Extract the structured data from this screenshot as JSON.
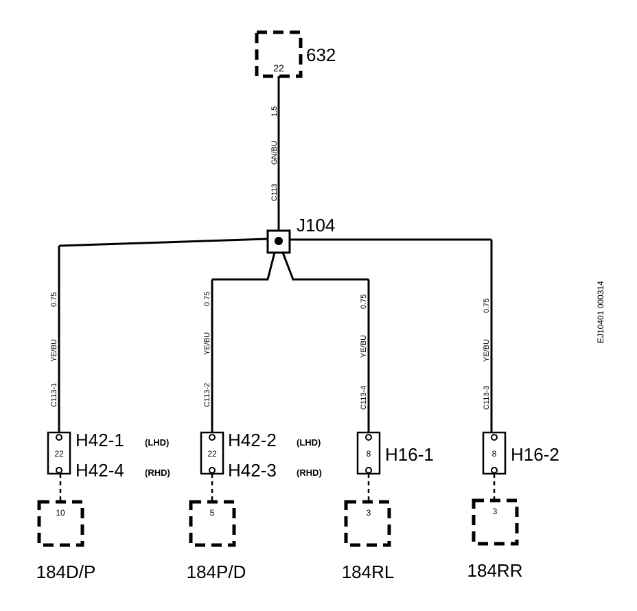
{
  "top": {
    "component_id": "632",
    "pin": "22"
  },
  "main_wire": {
    "circuit": "C113",
    "color": "GN/BU",
    "size": "1.5"
  },
  "junction": {
    "id": "J104"
  },
  "branches": [
    {
      "circuit": "C113-1",
      "color": "YE/BU",
      "size": "0.75",
      "connector_pin": "22",
      "label_top": "H42-1",
      "label_top_note": "(LHD)",
      "label_bottom": "H42-4",
      "label_bottom_note": "(RHD)",
      "dest_pin": "10",
      "dest_id": "184D/P"
    },
    {
      "circuit": "C113-2",
      "color": "YE/BU",
      "size": "0.75",
      "connector_pin": "22",
      "label_top": "H42-2",
      "label_top_note": "(LHD)",
      "label_bottom": "H42-3",
      "label_bottom_note": "(RHD)",
      "dest_pin": "5",
      "dest_id": "184P/D"
    },
    {
      "circuit": "C113-4",
      "color": "YE/BU",
      "size": "0.75",
      "connector_pin": "8",
      "label": "H16-1",
      "dest_pin": "3",
      "dest_id": "184RL"
    },
    {
      "circuit": "C113-3",
      "color": "YE/BU",
      "size": "0.75",
      "connector_pin": "8",
      "label": "H16-2",
      "dest_pin": "3",
      "dest_id": "184RR"
    }
  ],
  "reference_code": "EJ10401 000314"
}
